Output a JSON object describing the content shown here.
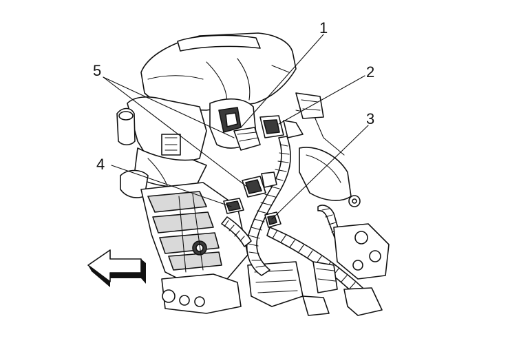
{
  "callouts": [
    {
      "id": "1",
      "label": "1"
    },
    {
      "id": "2",
      "label": "2"
    },
    {
      "id": "3",
      "label": "3"
    },
    {
      "id": "4",
      "label": "4"
    },
    {
      "id": "5",
      "label": "5"
    }
  ],
  "icons": {
    "front_arrow": "front-direction-arrow-icon"
  },
  "colors": {
    "line": "#111111",
    "background": "#ffffff"
  }
}
